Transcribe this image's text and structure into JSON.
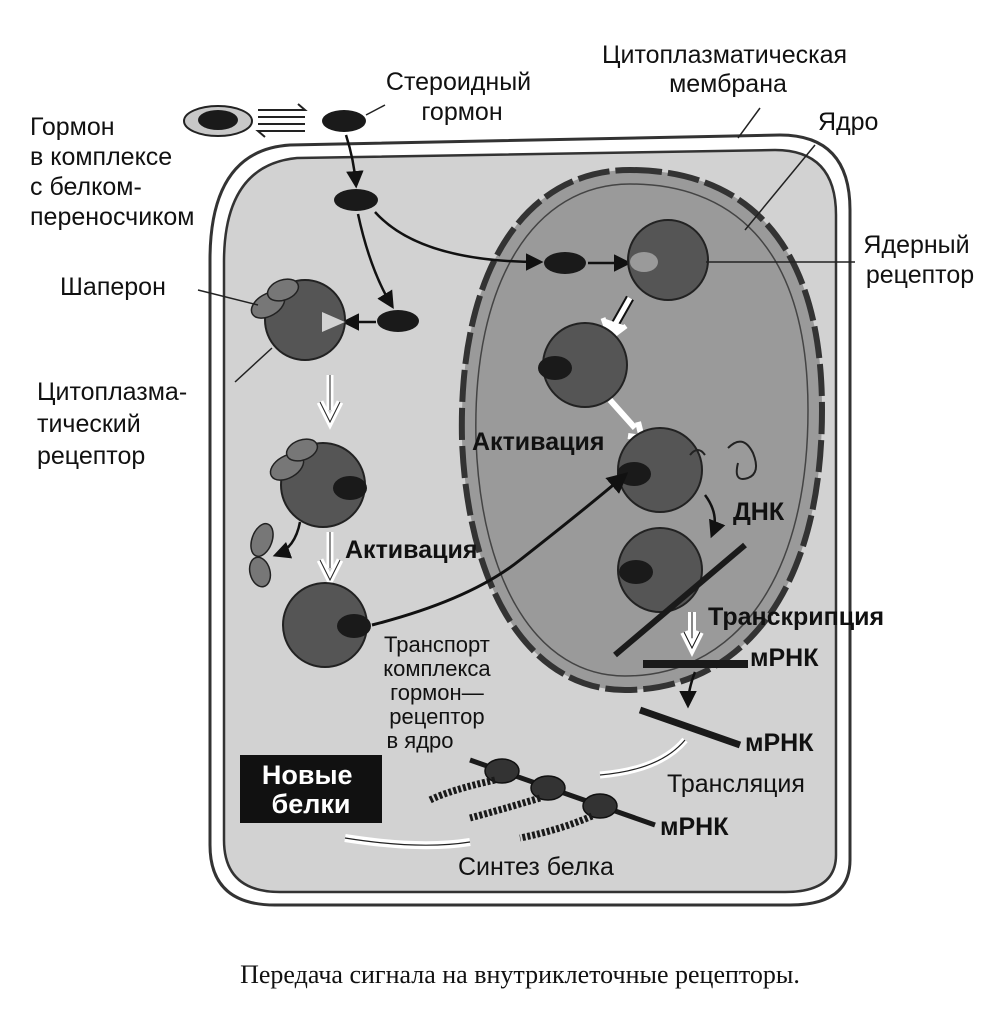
{
  "labels": {
    "membrane": [
      "Цитоплазматическая",
      "мембрана"
    ],
    "steroid_hormone": [
      "Стероидный",
      "гормон"
    ],
    "hormone_complex": [
      "Гормон",
      "в комплексе",
      "с белком-",
      "переносчиком"
    ],
    "nucleus": "Ядро",
    "nuclear_receptor": [
      "Ядерный",
      "рецептор"
    ],
    "chaperone": "Шаперон",
    "cytoplasmic_receptor": [
      "Цитоплазма-",
      "тический",
      "рецептор"
    ],
    "activation_nucleus": "Активация",
    "activation_cytoplasm": "Активация",
    "dna": "ДНК",
    "transcription": "Транскрипция",
    "mrna_1": "мРНК",
    "mrna_2": "мРНК",
    "mrna_3": "мРНК",
    "translation": "Трансляция",
    "transport": [
      "Транспорт",
      "комплекса",
      "гормон—",
      "рецептор",
      "в ядро"
    ],
    "new_proteins": [
      "Новые",
      "белки"
    ],
    "protein_synthesis": "Синтез белка"
  },
  "caption": "Передача сигнала на внутриклеточные рецепторы.",
  "colors": {
    "cytoplasm": "#d2d2d2",
    "nucleus": "#9a9a9a",
    "receptor": "#555555",
    "hormone": "#1a1a1a",
    "label_box": "#111111"
  }
}
